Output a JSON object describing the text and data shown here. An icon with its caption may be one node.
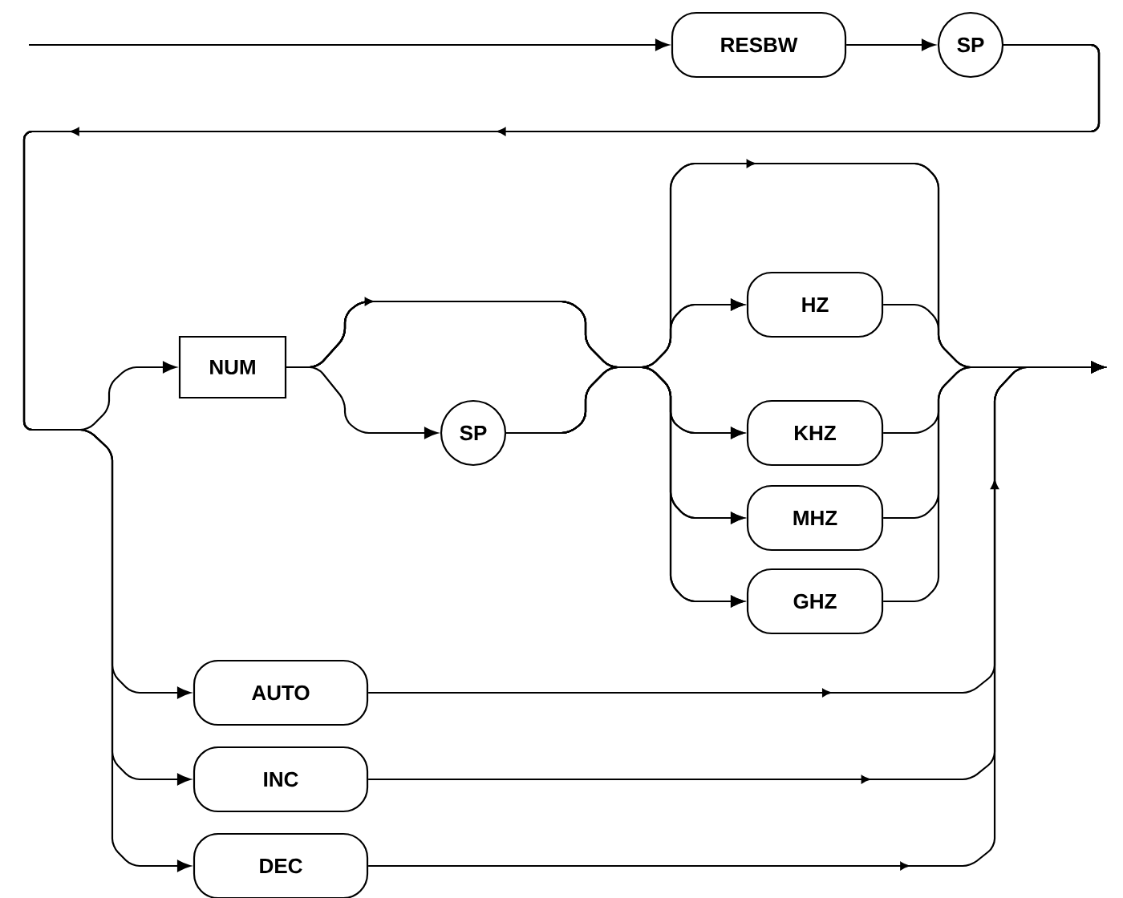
{
  "diagram": {
    "nodes": [
      {
        "text": [
          "RESBW"
        ]
      },
      {
        "text": [
          "SP"
        ]
      },
      {
        "text": [
          "NUM"
        ]
      },
      {
        "text": [
          "SP"
        ]
      },
      {
        "text": [
          "HZ"
        ]
      },
      {
        "text": [
          "KHZ"
        ]
      },
      {
        "text": [
          "MHZ"
        ]
      },
      {
        "text": [
          "GHZ"
        ]
      },
      {
        "text": [
          "AUTO"
        ]
      },
      {
        "text": [
          "INC"
        ]
      },
      {
        "text": [
          "DEC"
        ]
      }
    ],
    "edges": [
      {
        "from": null,
        "to": 0,
        "arrow": "to"
      },
      {
        "from": 0,
        "to": 1,
        "arrow": "to"
      },
      {
        "from": 1,
        "to": 2,
        "arrow": "to"
      },
      {
        "from": 1,
        "to": 8,
        "arrow": "to"
      },
      {
        "from": 1,
        "to": 9,
        "arrow": "to"
      },
      {
        "from": 1,
        "to": 10,
        "arrow": "to"
      },
      {
        "from": 2,
        "to": 3,
        "arrow": "to"
      },
      {
        "from": 2,
        "to": 4,
        "arrow": "to"
      },
      {
        "from": 2,
        "to": 5,
        "arrow": "to"
      },
      {
        "from": 2,
        "to": 6,
        "arrow": "to"
      },
      {
        "from": 2,
        "to": 7,
        "arrow": "to"
      },
      {
        "from": 3,
        "to": 4,
        "arrow": "to"
      },
      {
        "from": 3,
        "to": 5,
        "arrow": "to"
      },
      {
        "from": 3,
        "to": 6,
        "arrow": "to"
      },
      {
        "from": 3,
        "to": 7,
        "arrow": "to"
      },
      {
        "from": 2,
        "to": null,
        "arrow": "to"
      },
      {
        "from": 3,
        "to": null,
        "arrow": "to"
      },
      {
        "from": 4,
        "to": null,
        "arrow": "to"
      },
      {
        "from": 5,
        "to": null,
        "arrow": "to"
      },
      {
        "from": 6,
        "to": null,
        "arrow": "to"
      },
      {
        "from": 7,
        "to": null,
        "arrow": "to"
      },
      {
        "from": 8,
        "to": null,
        "arrow": "to"
      },
      {
        "from": 9,
        "to": null,
        "arrow": "to"
      },
      {
        "from": 10,
        "to": null,
        "arrow": "to"
      }
    ]
  }
}
